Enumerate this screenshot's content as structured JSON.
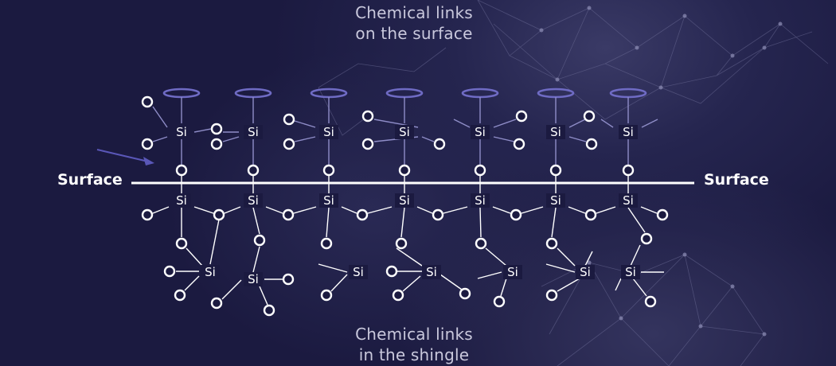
{
  "captions": {
    "top_line1": "Chemical links",
    "top_line2": "on the surface",
    "bottom_line1": "Chemical links",
    "bottom_line2": "in the shingle"
  },
  "surface": {
    "left_label": "Surface",
    "right_label": "Surface"
  },
  "atoms": {
    "si": "Si"
  },
  "colors": {
    "background": "#1b1a40",
    "surface_line": "#ffffff",
    "ring_accent": "#6f6bc4",
    "arrow": "#5a57b8",
    "bond_upper": "#8f8dc8",
    "bond_lower": "#ffffff"
  }
}
